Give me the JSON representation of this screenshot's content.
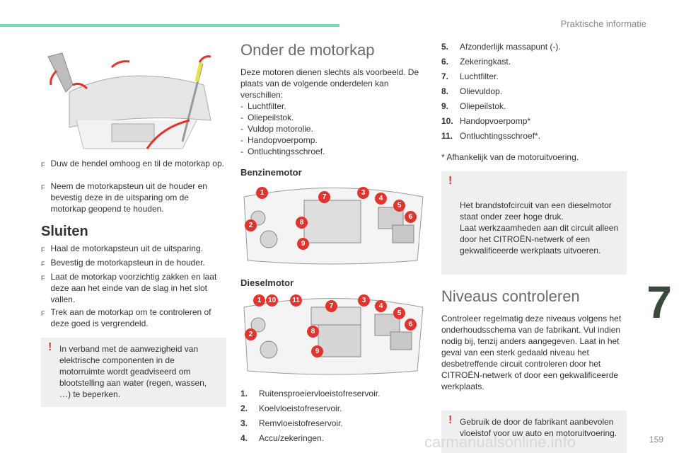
{
  "header": {
    "title": "Praktische informatie",
    "chapter": "7",
    "page": "159"
  },
  "colors": {
    "accent": "#7fd8c4",
    "warning": "#e2342d",
    "box": "#efefef"
  },
  "left": {
    "bullets_top": [
      {
        "mark": "F",
        "text": "Duw de hendel omhoog en til de motorkap op."
      },
      {
        "mark": "F",
        "text": "Neem de motorkapsteun uit de houder en bevestig deze in de uitsparing om de motorkap geopend te houden."
      }
    ],
    "sluiten_title": "Sluiten",
    "sluiten_bullets": [
      {
        "mark": "F",
        "text": "Haal de motorkapsteun uit de uitsparing."
      },
      {
        "mark": "F",
        "text": "Bevestig de motorkapsteun in de houder."
      },
      {
        "mark": "F",
        "text": "Laat de motorkap voorzichtig zakken en laat deze aan het einde van de slag in het slot vallen."
      },
      {
        "mark": "F",
        "text": "Trek aan de motorkap om te controleren of deze goed is vergrendeld."
      }
    ],
    "warning": "In verband met de aanwezigheid van elektrische componenten in de motorruimte wordt geadviseerd om blootstelling aan water (regen, wassen, …) te beperken."
  },
  "middle": {
    "title": "Onder de motorkap",
    "intro": "Deze motoren dienen slechts als voorbeeld. De plaats van de volgende onderdelen kan verschillen:",
    "dash_items": [
      "Luchtfilter.",
      "Oliepeilstok.",
      "Vuldop motorolie.",
      "Handopvoerpomp.",
      "Ontluchtingsschroef."
    ],
    "benzine_title": "Benzinemotor",
    "benzine_badges": [
      "1",
      "7",
      "3",
      "4",
      "5",
      "6",
      "2",
      "8",
      "9"
    ],
    "diesel_title": "Dieselmotor",
    "diesel_badges": [
      "1",
      "10",
      "11",
      "7",
      "3",
      "4",
      "5",
      "6",
      "2",
      "8",
      "9"
    ],
    "parts": [
      {
        "n": "1.",
        "text": "Ruitensproeiervloeistofreservoir."
      },
      {
        "n": "2.",
        "text": "Koelvloeistofreservoir."
      },
      {
        "n": "3.",
        "text": "Remvloeistofreservoir."
      },
      {
        "n": "4.",
        "text": "Accu/zekeringen."
      }
    ]
  },
  "right": {
    "parts": [
      {
        "n": "5.",
        "text": "Afzonderlijk massapunt (-)."
      },
      {
        "n": "6.",
        "text": "Zekeringkast."
      },
      {
        "n": "7.",
        "text": "Luchtfilter."
      },
      {
        "n": "8.",
        "text": "Olievuldop."
      },
      {
        "n": "9.",
        "text": "Oliepeilstok."
      },
      {
        "n": "10.",
        "text": "Handopvoerpomp*"
      },
      {
        "n": "11.",
        "text": "Ontluchtingsschroef*."
      }
    ],
    "footnote": "*   Afhankelijk van de motoruitvoering.",
    "warning1": "Het brandstofcircuit van een dieselmotor staat onder zeer hoge druk.\nLaat werkzaamheden aan dit circuit alleen door het CITROËN-netwerk of een gekwalificeerde werkplaats uitvoeren.",
    "niveaus_title": "Niveaus controleren",
    "niveaus_text": "Controleer regelmatig deze niveaus volgens het onderhoudsschema van de fabrikant. Vul indien nodig bij, tenzij anders aangegeven. Laat in het geval van een sterk gedaald niveau het desbetreffende circuit controleren door het CITROËN-netwerk of door een gekwalificeerde werkplaats.",
    "warning2": "Gebruik de door de fabrikant aanbevolen vloeistof voor uw auto en motoruitvoering."
  },
  "footer_watermark": "carmanualsonline.info"
}
